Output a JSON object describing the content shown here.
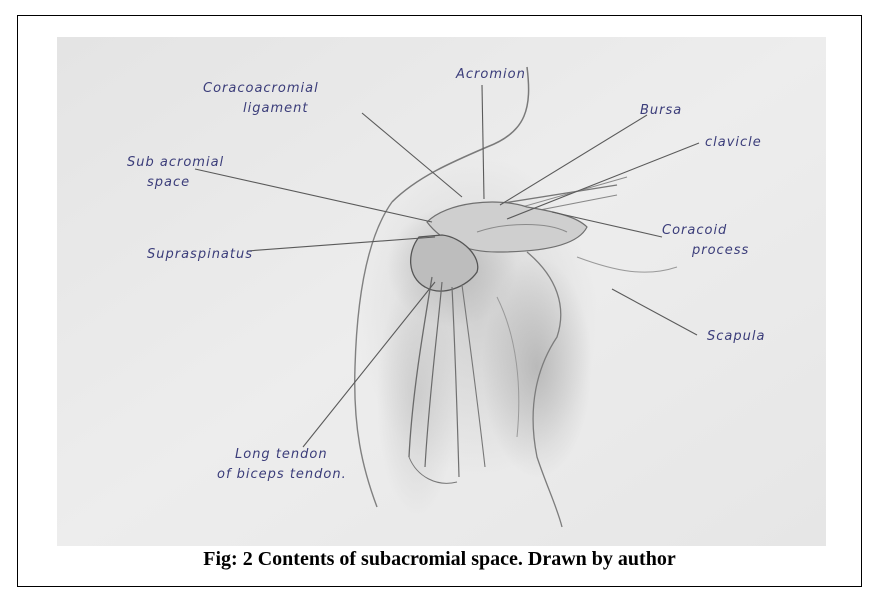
{
  "figure": {
    "caption": "Fig: 2 Contents of subacromial space. Drawn by author",
    "labels": {
      "coracoacromial": [
        "Coracoacromial",
        "ligament"
      ],
      "acromion": "Acromion",
      "bursa": "Bursa",
      "clavicle": "clavicle",
      "subacromial": [
        "Sub acromial",
        "space"
      ],
      "coracoid": [
        "Coracoid",
        "process"
      ],
      "supraspinatus": "Supraspinatus",
      "scapula": "Scapula",
      "biceps": [
        "Long tendon",
        "of biceps tendon."
      ]
    }
  }
}
